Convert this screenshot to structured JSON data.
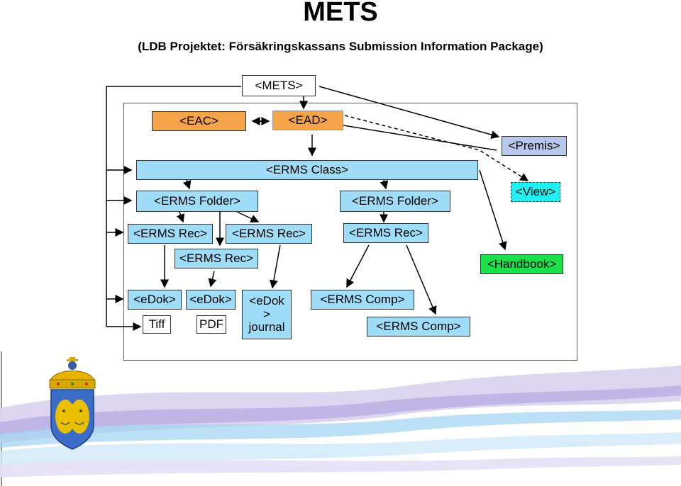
{
  "header": {
    "title": "METS",
    "subtitle": "(LDB Projektet: Försäkringskassans Submission Information Package)"
  },
  "nodes": {
    "mets": "<METS>",
    "eac": "<EAC>",
    "ead": "<EAD>",
    "premis": "<Premis>",
    "erms_class": "<ERMS Class>",
    "view": "<View>",
    "erms_folder_1": "<ERMS Folder>",
    "erms_folder_2": "<ERMS Folder>",
    "erms_rec_1": "<ERMS Rec>",
    "erms_rec_2": "<ERMS Rec>",
    "erms_rec_3": "<ERMS Rec>",
    "erms_rec_4": "<ERMS Rec>",
    "handbook": "<Handbook>",
    "edok_1": "<eDok>",
    "edok_2": "<eDok>",
    "edok_3": "<eDok\n>\njournal",
    "erms_comp_1": "<ERMS Comp>",
    "erms_comp_2": "<ERMS Comp>",
    "tiff": "Tiff",
    "pdf": "PDF"
  },
  "colors": {
    "element_blue": "#9fdcf8",
    "eac_orange": "#f5a44a",
    "premis_lavender": "#b8c8ec",
    "handbook_green": "#1ae04a",
    "view_cyan": "#20f0f2"
  },
  "icons": [
    "coat-of-arms-icon",
    "decorative-ribbon-icon"
  ]
}
